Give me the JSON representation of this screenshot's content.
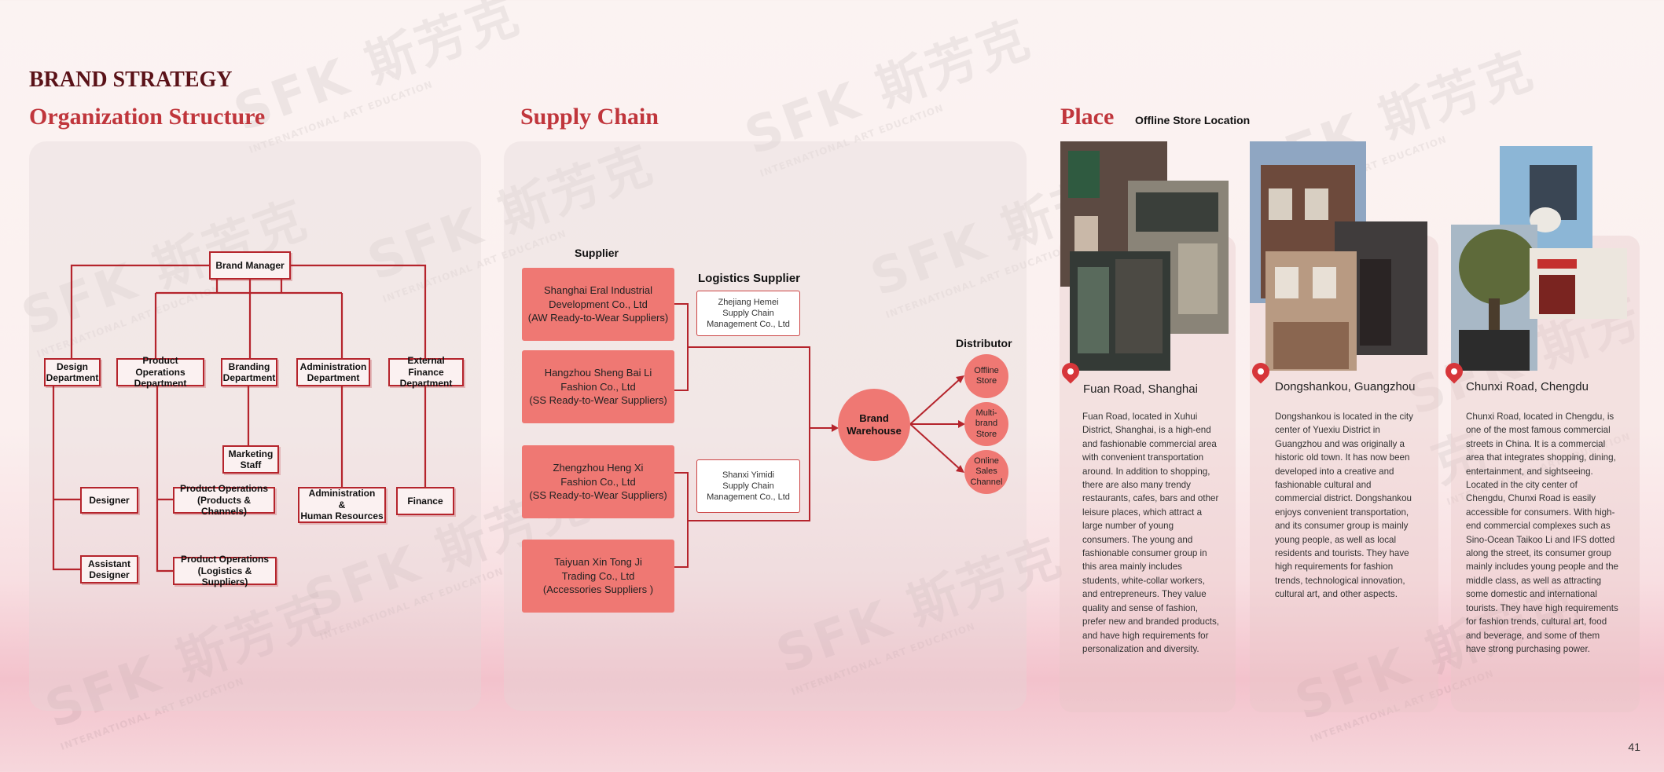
{
  "page": {
    "title": "BRAND STRATEGY",
    "page_number": "41"
  },
  "org": {
    "title": "Organization Structure",
    "brand_manager": "Brand Manager",
    "design_dept": "Design\nDepartment",
    "product_ops_dept": "Product Operations\nDepartment",
    "branding_dept": "Branding\nDepartment",
    "admin_dept": "Administration\nDepartment",
    "ext_finance_dept": "External Finance\nDepartment",
    "marketing_staff": "Marketing\nStaff",
    "designer": "Designer",
    "assistant_designer": "Assistant\nDesigner",
    "po_products": "Product Operations\n(Products & Channels)",
    "po_logistics": "Product Operations\n(Logistics & Suppliers)",
    "admin_hr": "Administration\n&\nHuman Resources",
    "finance": "Finance"
  },
  "supply": {
    "title": "Supply Chain",
    "supplier_label": "Supplier",
    "logistics_label": "Logistics Supplier",
    "distributor_label": "Distributor",
    "suppliers": [
      "Shanghai Eral Industrial\nDevelopment Co., Ltd\n(AW Ready-to-Wear Suppliers)",
      "Hangzhou Sheng Bai Li\nFashion Co., Ltd\n(SS Ready-to-Wear Suppliers)",
      "Zhengzhou Heng Xi\nFashion Co., Ltd\n(SS Ready-to-Wear Suppliers)",
      "Taiyuan Xin Tong Ji\nTrading Co., Ltd\n(Accessories Suppliers )"
    ],
    "logistics": [
      "Zhejiang Hemei\nSupply Chain\nManagement Co., Ltd",
      "Shanxi Yimidi\nSupply Chain\nManagement Co., Ltd"
    ],
    "warehouse": "Brand\nWarehouse",
    "distributors": [
      "Offline\nStore",
      "Multi-\nbrand\nStore",
      "Online\nSales\nChannel"
    ]
  },
  "place": {
    "title": "Place",
    "subtitle": "Offline Store Location",
    "locations": [
      {
        "name": "Fuan Road, Shanghai",
        "desc": "Fuan Road, located in Xuhui District, Shanghai, is a high-end and fashionable commercial area with convenient transportation around. In addition to shopping, there are also many trendy restaurants, cafes, bars and other leisure places, which attract a large number of young consumers. The young and fashionable consumer group in this area mainly includes students, white-collar workers, and entrepreneurs. They value quality and sense of fashion, prefer new and branded products, and have high requirements for personalization and diversity."
      },
      {
        "name": "Dongshankou, Guangzhou",
        "desc": "Dongshankou is located in the city center of Yuexiu District in Guangzhou and was originally a historic old town. It has now been developed into a creative and fashionable cultural and commercial district. Dongshankou enjoys convenient transportation, and its consumer group is mainly young people, as well as local residents and tourists. They have high requirements for fashion trends, technological innovation, cultural art, and other aspects."
      },
      {
        "name": "Chunxi Road, Chengdu",
        "desc": "Chunxi Road, located in Chengdu, is one of the most famous commercial streets in China. It is a commercial area that integrates shopping, dining, entertainment, and sightseeing. Located in the city center of Chengdu, Chunxi Road is easily accessible for consumers. With high-end commercial complexes such as Sino-Ocean Taikoo Li and IFS dotted along the street, its consumer group mainly includes young people and the middle class, as well as attracting some domestic and international tourists. They have high requirements for fashion trends, cultural art, food and beverage, and some of them have strong purchasing power."
      }
    ]
  },
  "watermark": {
    "text": "SFK 斯芳克",
    "sub": "INTERNATIONAL ART EDUCATION"
  }
}
